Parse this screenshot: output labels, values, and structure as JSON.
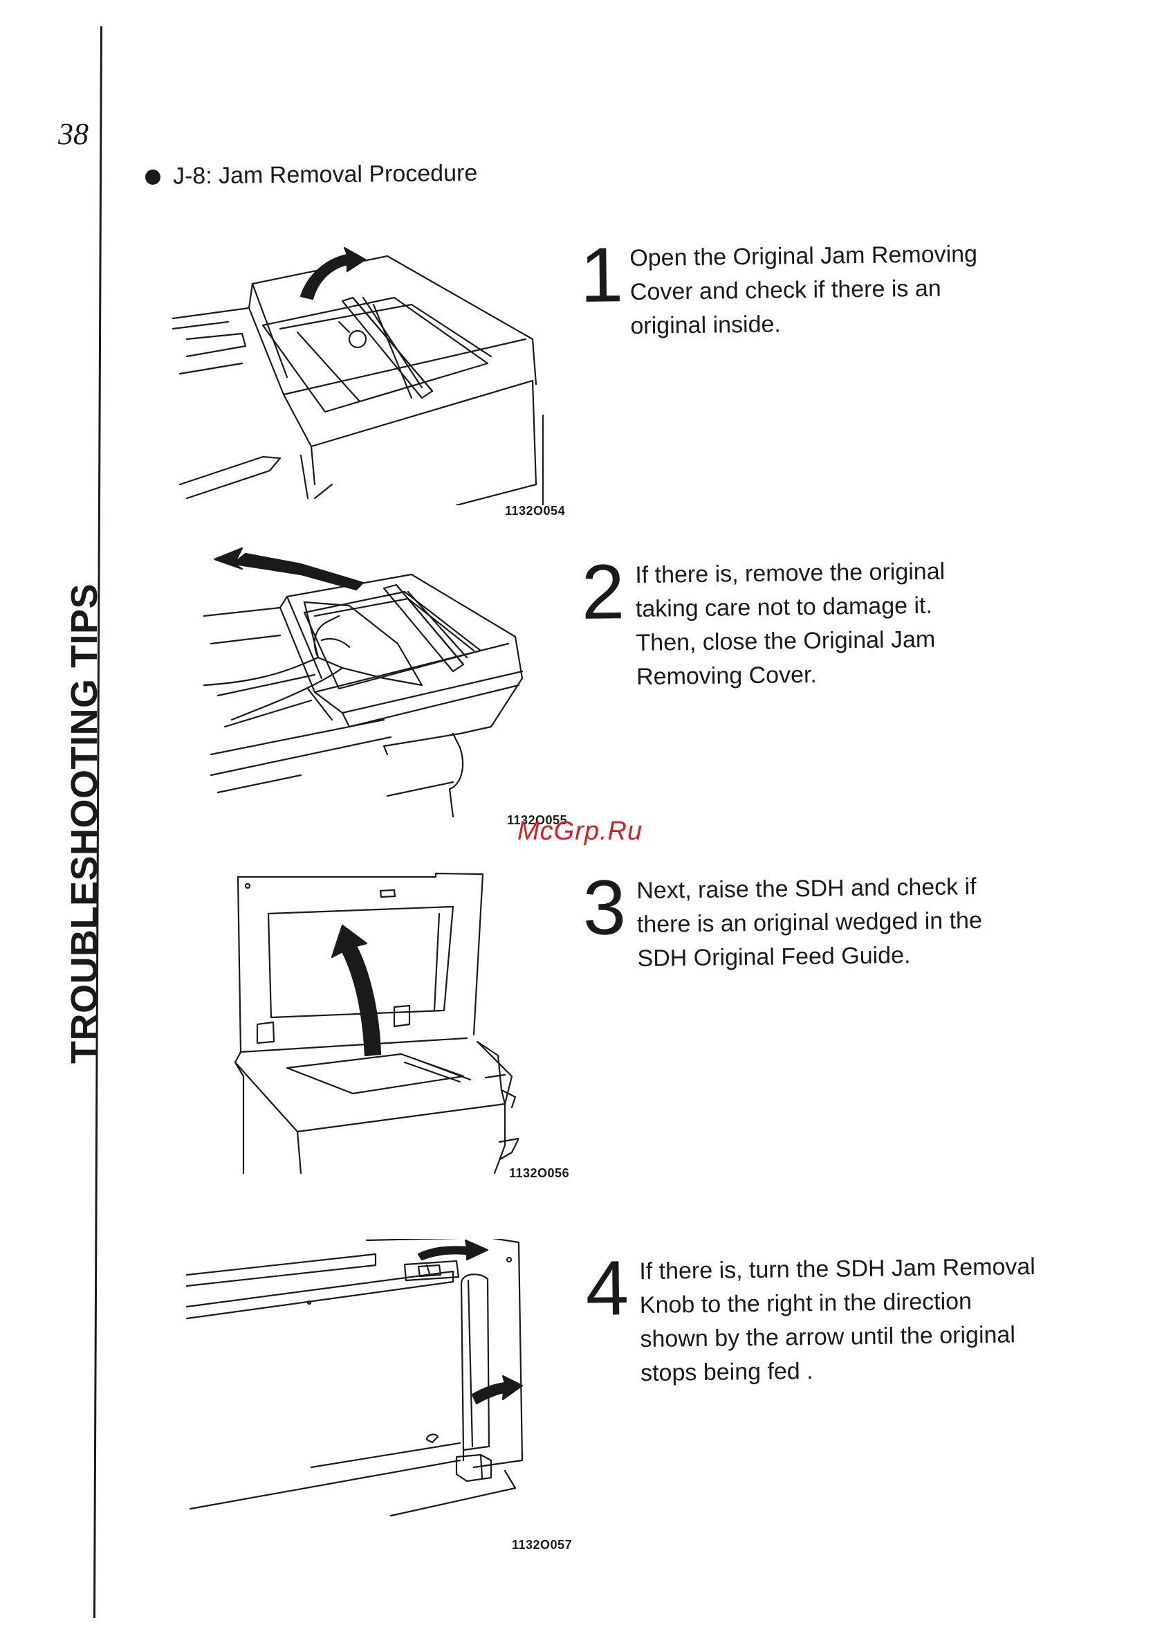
{
  "page": {
    "number": "38",
    "section_tab": "TROUBLESHOOTING TIPS",
    "heading": "J-8: Jam Removal Procedure"
  },
  "watermark": "McGrp.Ru",
  "figures": [
    {
      "code": "1132O054"
    },
    {
      "code": "1132O055"
    },
    {
      "code": "1132O056"
    },
    {
      "code": "1132O057"
    }
  ],
  "steps": [
    {
      "number": "1",
      "text": "Open the Original Jam Removing Cover and check if there is an original inside."
    },
    {
      "number": "2",
      "text": "If there is, remove the original taking care not to damage it. Then, close the Original Jam Removing Cover."
    },
    {
      "number": "3",
      "text": "Next, raise the SDH and check if there is an original wedged in the SDH Original Feed Guide."
    },
    {
      "number": "4",
      "text": "If there is, turn the SDH Jam Removal Knob to the right in the direction shown by the arrow until the original stops being fed ."
    }
  ]
}
